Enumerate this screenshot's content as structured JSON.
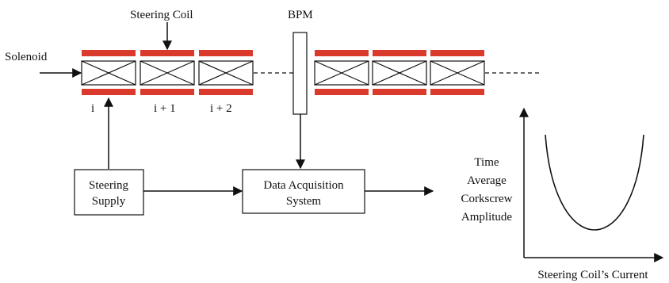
{
  "labels": {
    "steering_coil": "Steering Coil",
    "solenoid": "Solenoid",
    "bpm": "BPM",
    "index_i": "i",
    "index_i1": "i + 1",
    "index_i2": "i + 2"
  },
  "boxes": {
    "steering_supply": [
      "Steering",
      "Supply"
    ],
    "data_acquisition": [
      "Data Acquisition",
      "System"
    ]
  },
  "graph": {
    "y_label": [
      "Time",
      "Average",
      "Corkscrew",
      "Amplitude"
    ],
    "x_label": "Steering Coil’s Current",
    "curve_shape": "parabola-minimum"
  },
  "colors": {
    "coil_red": "#d93a2b",
    "line": "#111111",
    "background": "#ffffff"
  }
}
